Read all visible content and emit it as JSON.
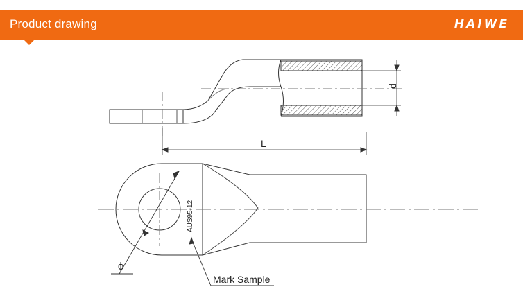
{
  "header": {
    "title": "Product drawing",
    "brand": "HAIWE",
    "color": "#f06a12"
  },
  "drawing": {
    "labels": {
      "diameter_inner": "d",
      "length": "L",
      "hole_diameter": "ϕ",
      "marking": "AUS95-12",
      "mark_callout": "Mark Sample"
    }
  }
}
